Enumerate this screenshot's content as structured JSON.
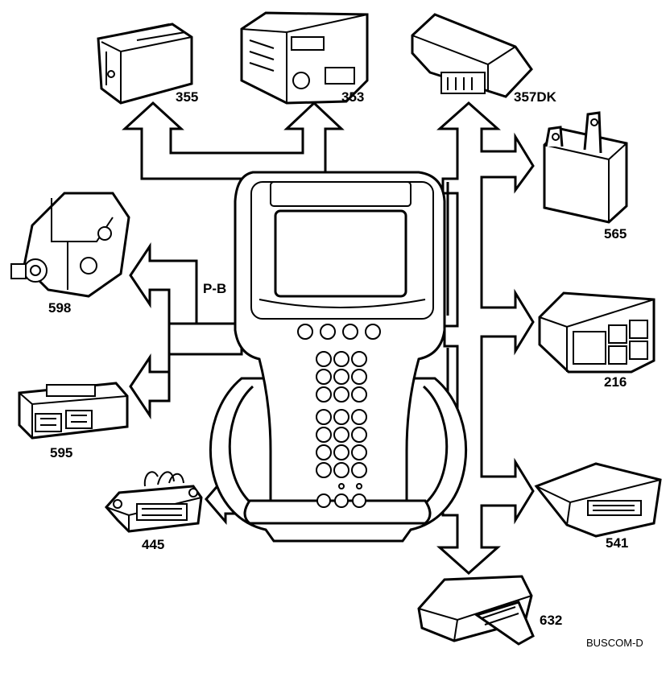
{
  "labels": {
    "m355": "355",
    "m353": "353",
    "m357": "357DK",
    "m565": "565",
    "m598": "598",
    "m216": "216",
    "m595": "595",
    "m541": "541",
    "m445": "445",
    "m632": "632",
    "pb": "P-B",
    "figure_code": "BUSCOM-D"
  }
}
